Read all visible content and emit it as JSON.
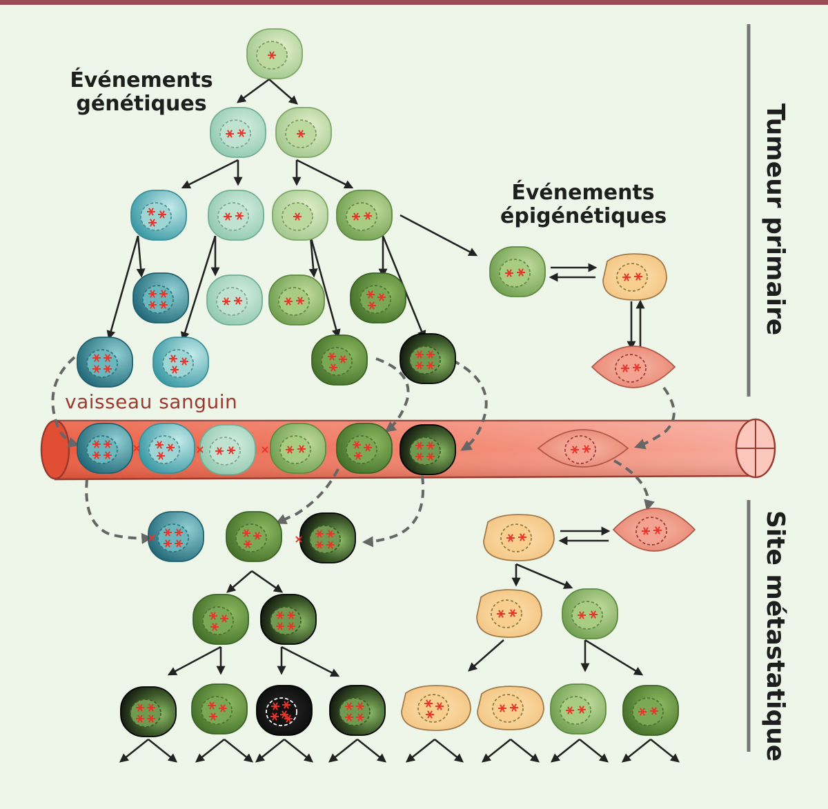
{
  "labels": {
    "genetic_events": "Événements génétiques",
    "epigenetic_events": "Événements épigénétiques",
    "blood_vessel": "vaisseau sanguin",
    "primary_tumor": "Tumeur primaire",
    "metastatic_site": "Site métastatique"
  },
  "colors": {
    "background": "#eef6e9",
    "top_bar": "#9b4d55",
    "vessel": "#ee6a50",
    "mutation_mark": "#e8352a",
    "arrow": "#222222",
    "migration_arrow": "#666666"
  }
}
